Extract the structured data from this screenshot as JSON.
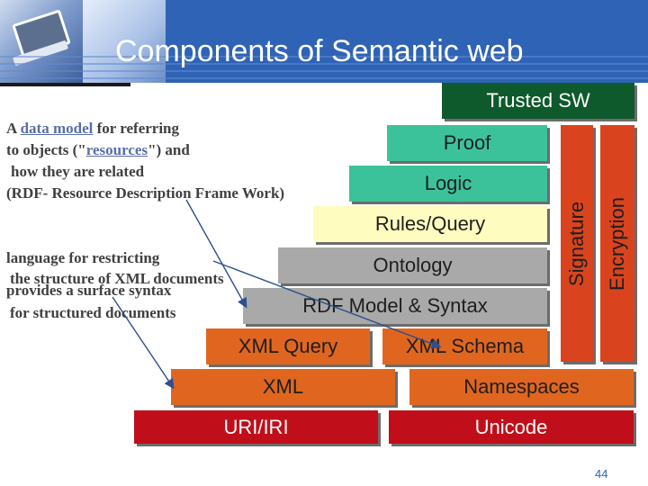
{
  "slide": {
    "title": "Components of Semantic web",
    "page_number": "44"
  },
  "text_rdf": {
    "line1_pre": "A ",
    "line1_link": "data model",
    "line1_post": " for referring",
    "line2_pre": "to objects (\"",
    "line2_link": "resources",
    "line2_post": "\") and",
    "line3": "how they are related",
    "line4": "(RDF- Resource Description Frame Work)"
  },
  "text_schema": {
    "line1": "language for restricting",
    "line2": "the structure of XML documents"
  },
  "text_xml": {
    "line1": "provides a surface syntax",
    "line2": "for structured documents"
  },
  "layers": {
    "trusted_sw": "Trusted SW",
    "proof": "Proof",
    "logic": "Logic",
    "rules_query": "Rules/Query",
    "ontology": "Ontology",
    "rdf": "RDF Model & Syntax",
    "xml_query": "XML Query",
    "xml_schema": "XML Schema",
    "xml": "XML",
    "namespaces": "Namespaces",
    "uri_iri": "URI/IRI",
    "unicode": "Unicode",
    "signature": "Signature",
    "encryption": "Encryption"
  },
  "colors": {
    "header_blue": "#2f63b5",
    "trusted_green": "#0e5a2c",
    "proof_teal": "#3cc29a",
    "rules_yellow": "#fffcc0",
    "ontology_gray": "#a9a9a9",
    "orange": "#e0661f",
    "red": "#c00f1a",
    "side_red": "#d9441e",
    "arrow_blue": "#2b4f8f"
  }
}
